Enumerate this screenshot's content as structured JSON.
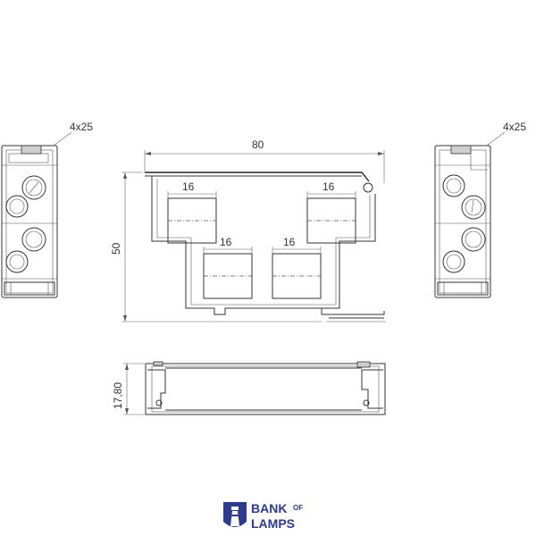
{
  "dimensions": {
    "left_view_label": "4x25",
    "right_view_label": "4x25",
    "width": "80",
    "height": "50",
    "depth": "17,80",
    "slot_top_left": "16",
    "slot_top_right": "16",
    "slot_bottom_left": "16",
    "slot_bottom_right": "16"
  },
  "logo": {
    "line1": "BANK",
    "of": "OF",
    "line2": "LAMPS",
    "color": "#2e3a8c"
  }
}
